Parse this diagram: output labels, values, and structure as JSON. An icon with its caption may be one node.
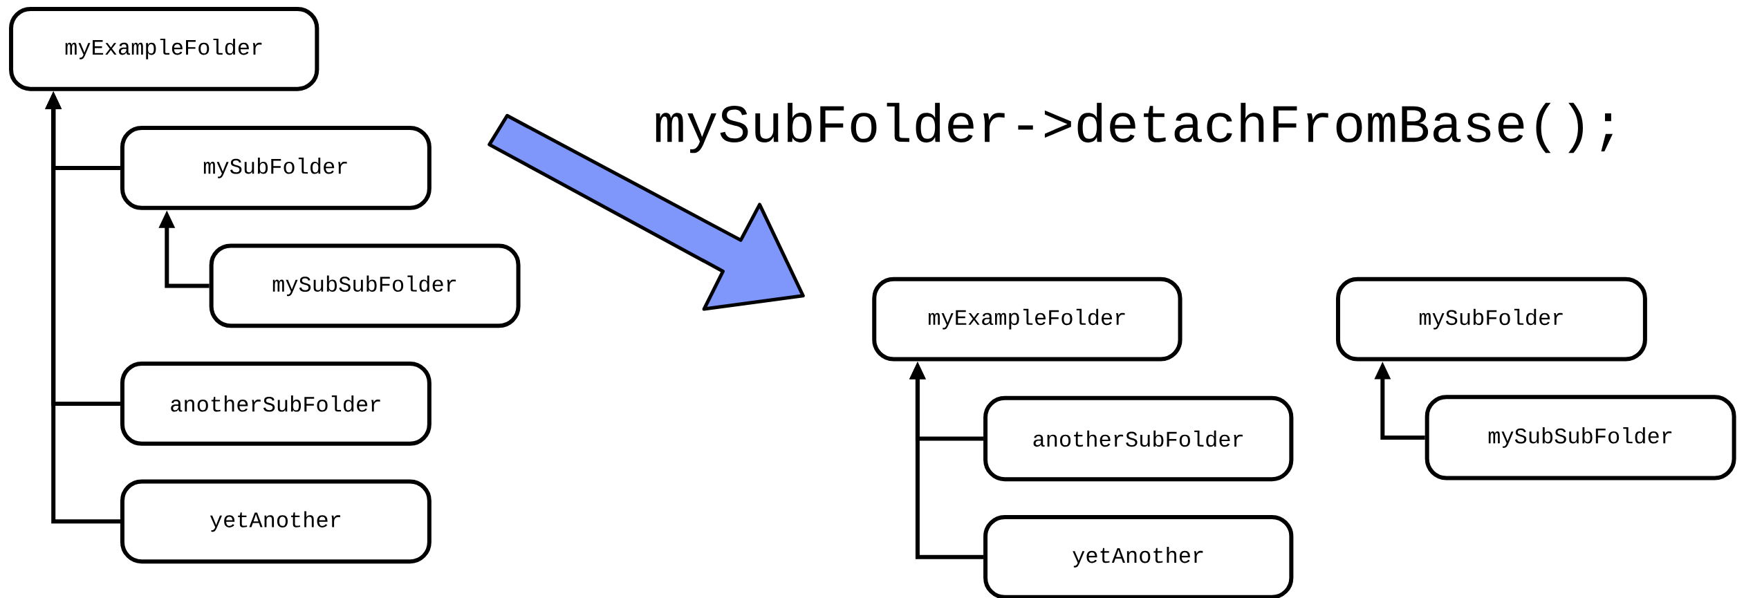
{
  "diagram": {
    "nodes": [
      {
        "text": [
          "myExampleFolder"
        ]
      },
      {
        "text": [
          "mySubFolder"
        ]
      },
      {
        "text": [
          "mySubSubFolder"
        ]
      },
      {
        "text": [
          "anotherSubFolder"
        ]
      },
      {
        "text": [
          "yetAnother"
        ]
      },
      {
        "text": [
          "myExampleFolder"
        ]
      },
      {
        "text": [
          "anotherSubFolder"
        ]
      },
      {
        "text": [
          "yetAnother"
        ]
      },
      {
        "text": [
          "mySubFolder"
        ]
      },
      {
        "text": [
          "mySubSubFolder"
        ]
      }
    ],
    "edges": [
      {
        "from": 1,
        "to": 0,
        "arrow": "to"
      },
      {
        "from": 2,
        "to": 1,
        "arrow": "to"
      },
      {
        "from": 3,
        "to": 0,
        "arrow": "to"
      },
      {
        "from": 4,
        "to": 0,
        "arrow": "to"
      },
      {
        "from": 6,
        "to": 5,
        "arrow": "to"
      },
      {
        "from": 7,
        "to": 5,
        "arrow": "to"
      },
      {
        "from": 9,
        "to": 8,
        "arrow": "to"
      }
    ],
    "labels": [
      "mySubFolder->detachFromBase();"
    ]
  }
}
